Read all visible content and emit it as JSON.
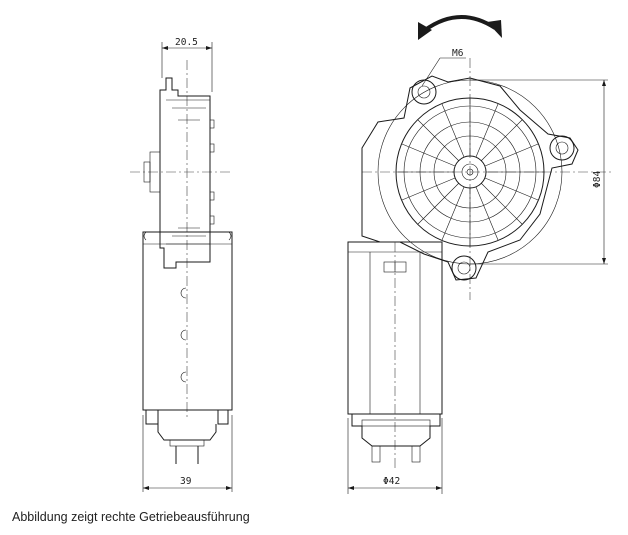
{
  "dimensions": {
    "side_width": "20.5",
    "side_base": "39",
    "front_bolt": "M6",
    "front_diameter": "Φ84",
    "front_base": "Φ42"
  },
  "caption": "Abbildung zeigt rechte Getriebeausführung",
  "icons": {
    "rotation": "double-headed-curved-arrow"
  }
}
